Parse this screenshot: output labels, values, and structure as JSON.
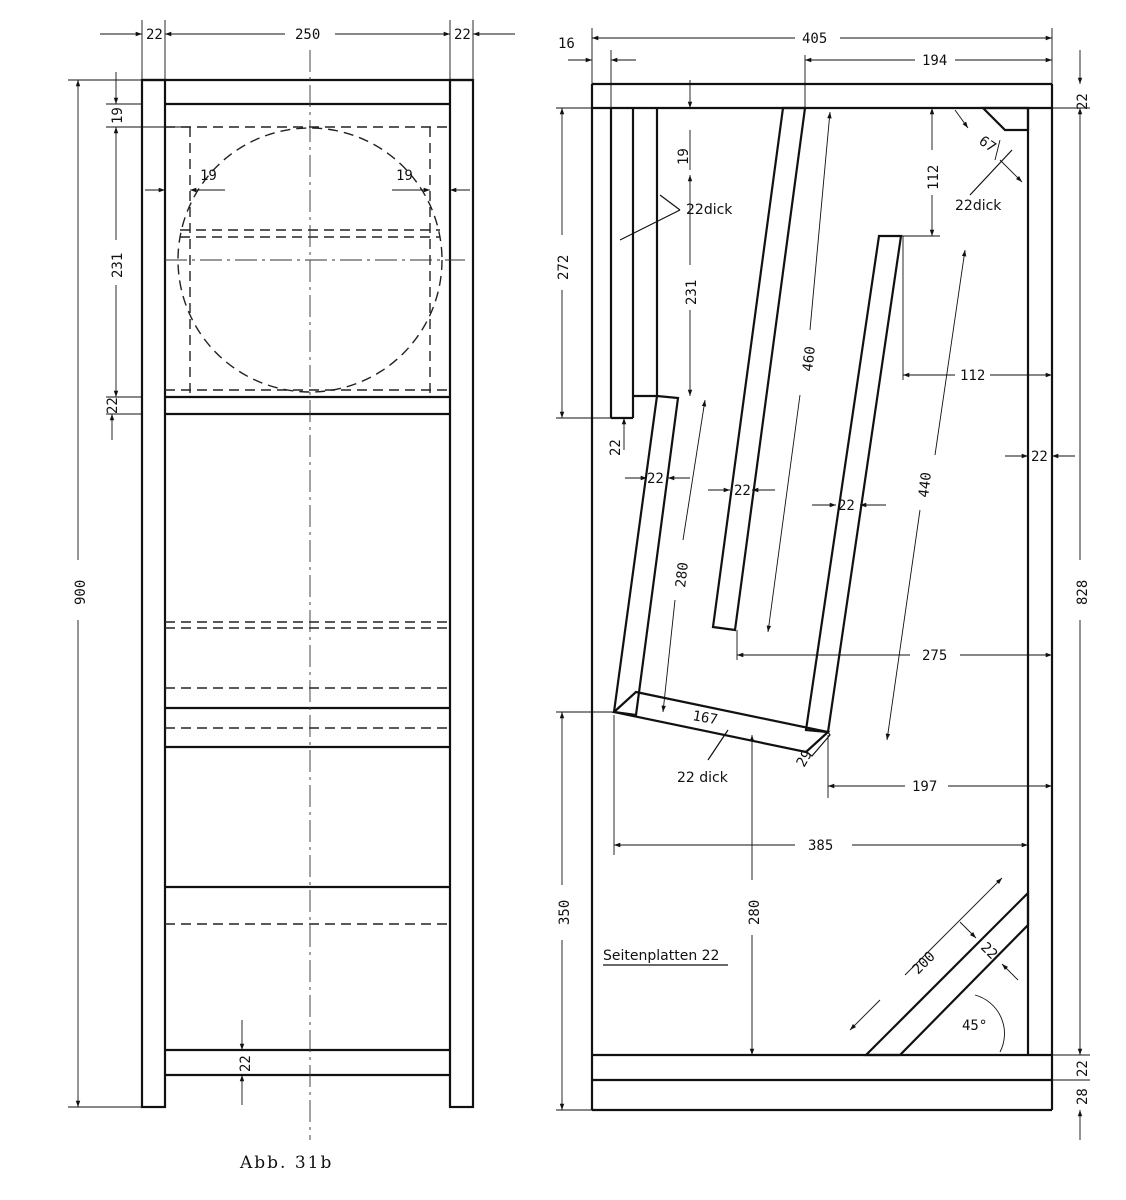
{
  "caption": "Abb. 31b",
  "front_view": {
    "dims": {
      "left_wall": "22",
      "inner_width": "250",
      "right_wall": "22",
      "total_height": "900",
      "top_gap": "19",
      "baffle_height": "231",
      "shelf": "22",
      "side_inset_left": "19",
      "side_inset_right": "19",
      "bottom_board": "22"
    }
  },
  "side_view": {
    "dims": {
      "front_offset": "16",
      "total_depth": "405",
      "rear_section": "194",
      "top_board": "22",
      "upper_chamber": "272",
      "chamber_top_gap": "19",
      "chamber_height": "231",
      "chamber_board": "22",
      "board_a": "22",
      "board_b": "22",
      "board_c": "22",
      "board_460": "460",
      "board_440": "440",
      "board_280_upper": "280",
      "corner_gap": "112",
      "corner_board": "67",
      "inner_offset": "112",
      "rear_wall": "22",
      "inner_height": "828",
      "depth_275": "275",
      "bottom_board_167": "167",
      "small_gap": "29",
      "depth_197": "197",
      "depth_385": "385",
      "lower_height": "350",
      "lower_280": "280",
      "diag_200": "200",
      "diag_board": "22",
      "angle": "45°",
      "bottom_board": "22",
      "plinth": "28"
    },
    "notes": {
      "dick_upper": "22dick",
      "dick_corner": "22dick",
      "dick_lower": "22 dick",
      "side_plates": "Seitenplatten 22"
    }
  }
}
